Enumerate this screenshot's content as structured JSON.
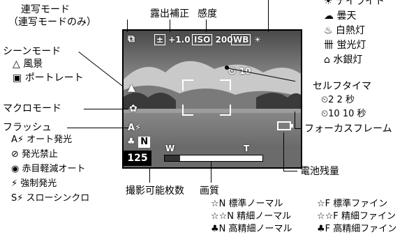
{
  "labels": {
    "top_mode": "連写モード",
    "top_mode_sub": "（連写モードのみ）",
    "exposure": "露出補正",
    "iso": "感度",
    "scene": "シーンモード",
    "macro": "マクロモード",
    "flash": "フラッシュ",
    "self_timer": "セルフタイマ",
    "focus_frame": "フォーカスフレーム",
    "battery": "電池残量",
    "shots": "撮影可能枚数",
    "quality": "画質"
  },
  "wb_list": [
    {
      "icon": "☀",
      "text": "デイライト"
    },
    {
      "icon": "☁",
      "text": "曇天"
    },
    {
      "icon": "♨",
      "text": "白熱灯"
    },
    {
      "icon": "卌",
      "text": "蛍光灯"
    },
    {
      "icon": "⌂",
      "text": "水銀灯"
    }
  ],
  "scene_list": [
    {
      "icon": "△",
      "text": "風景"
    },
    {
      "icon": "▣",
      "text": "ポートレート"
    }
  ],
  "self_timer_list": [
    {
      "icon": "⏲2",
      "text": "2 秒"
    },
    {
      "icon": "⏲10",
      "text": "10 秒"
    }
  ],
  "flash_list": [
    {
      "icon": "A⚡",
      "text": "オート発光"
    },
    {
      "icon": "⊘",
      "text": "発光禁止"
    },
    {
      "icon": "◉",
      "text": "赤目軽減オート"
    },
    {
      "icon": "⚡",
      "text": "強制発光"
    },
    {
      "icon": "S⚡",
      "text": "スローシンクロ"
    }
  ],
  "quality_list": [
    {
      "icon": "☆N",
      "text": "標準ノーマル"
    },
    {
      "icon": "☆F",
      "text": "標準ファイン"
    },
    {
      "icon": "☆☆N",
      "text": "精細ノーマル"
    },
    {
      "icon": "☆☆F",
      "text": "精細ファイン"
    },
    {
      "icon": "♣N",
      "text": "高精細ノーマル"
    },
    {
      "icon": "♣F",
      "text": "高精細ファイン"
    }
  ],
  "screen": {
    "exposure_value": "+1.0",
    "iso_label": "ISO",
    "iso_value": "200",
    "wb_label": "WB",
    "timer_value": "10",
    "zoom_w": "W",
    "zoom_t": "T",
    "shots_count": "125",
    "quality_mark": "N"
  }
}
